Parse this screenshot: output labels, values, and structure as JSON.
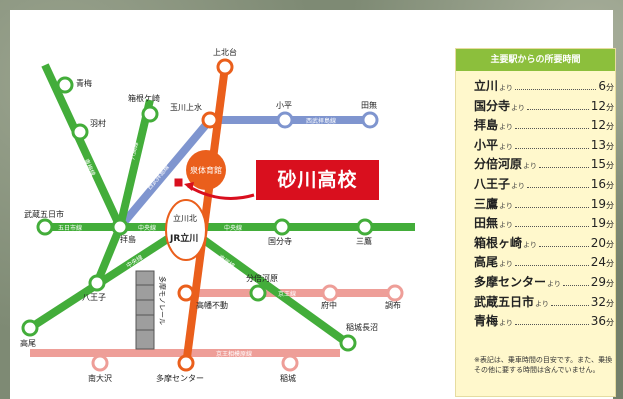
{
  "map": {
    "stations": {
      "kamikitadai": "上北台",
      "tamagawajosui": "玉川上水",
      "kodaira": "小平",
      "tanashi": "田無",
      "ome": "青梅",
      "hakonegasaki": "箱根ケ崎",
      "hamura": "羽村",
      "musashiitsukaichi": "武蔵五日市",
      "haijima": "拝島",
      "tachikawakita": "立川北",
      "jrtachikawa": "JR立川",
      "kokubunji": "国分寺",
      "mitaka": "三鷹",
      "hachioji": "八王子",
      "bubaigawara": "分倍河原",
      "chofu": "調布",
      "fuchu": "府中",
      "takahatafudo": "高幡不動",
      "takao": "高尾",
      "inagiosanuma": "稲城長沼",
      "minamiosawa": "南大沢",
      "tamacenter": "多摩センター",
      "inagi": "稲城"
    },
    "lines": {
      "seibu_haijima": "西武拝島線",
      "ome": "青梅線",
      "hachiko": "八高線",
      "itsukaichi": "五日市線",
      "chuo_w": "中央線",
      "chuo_e": "中央線",
      "nanbu": "南武線",
      "keio": "京王線",
      "keio_sagamihara": "京王相模原線",
      "tama_monorail": "多摩モノレール"
    },
    "landmark": "泉体育館"
  },
  "callout": {
    "title": "砂川高校"
  },
  "panel": {
    "title": "主要駅からの所要時間",
    "yori": "より",
    "unit": "分",
    "rows": [
      {
        "station": "立川",
        "minutes": "6"
      },
      {
        "station": "国分寺",
        "minutes": "12"
      },
      {
        "station": "拝島",
        "minutes": "12"
      },
      {
        "station": "小平",
        "minutes": "13"
      },
      {
        "station": "分倍河原",
        "minutes": "15"
      },
      {
        "station": "八王子",
        "minutes": "16"
      },
      {
        "station": "三鷹",
        "minutes": "19"
      },
      {
        "station": "田無",
        "minutes": "19"
      },
      {
        "station": "箱根ヶ崎",
        "minutes": "20"
      },
      {
        "station": "高尾",
        "minutes": "24"
      },
      {
        "station": "多摩センター",
        "minutes": "29"
      },
      {
        "station": "武蔵五日市",
        "minutes": "32"
      },
      {
        "station": "青梅",
        "minutes": "36"
      }
    ],
    "note": "※表記は、乗車時間の目安です。また、乗換その他に要する時間は含んでいません。"
  },
  "colors": {
    "green": "#43ad3a",
    "orange": "#ea5f1c",
    "blue": "#7f95cf",
    "pink": "#ee9e98",
    "red": "#d90f1e",
    "panel_head": "#8cbf3c"
  }
}
